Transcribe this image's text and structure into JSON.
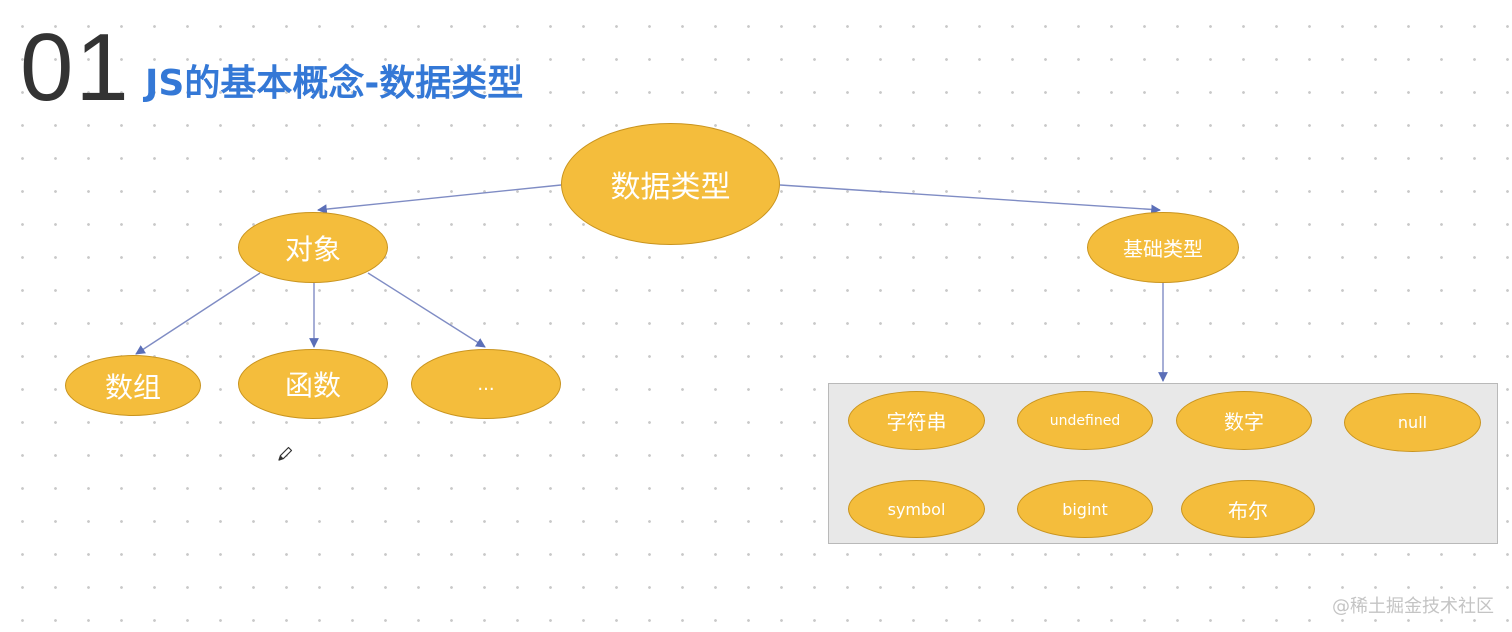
{
  "header": {
    "number": "01",
    "title": "JS的基本概念-数据类型"
  },
  "diagram": {
    "root": "数据类型",
    "object": {
      "label": "对象",
      "children": [
        "数组",
        "函数",
        "..."
      ]
    },
    "primitive": {
      "label": "基础类型",
      "children": [
        "字符串",
        "undefined",
        "数字",
        "null",
        "symbol",
        "bigint",
        "布尔"
      ]
    }
  },
  "watermark": "@稀土掘金技术社区",
  "colors": {
    "node_fill": "#f4bd3c",
    "node_border": "#c9941e",
    "connector": "#7f8cc4",
    "title": "#3478d6",
    "group_box": "#e8e8e8"
  },
  "icons": [
    "pencil-cursor-icon"
  ]
}
